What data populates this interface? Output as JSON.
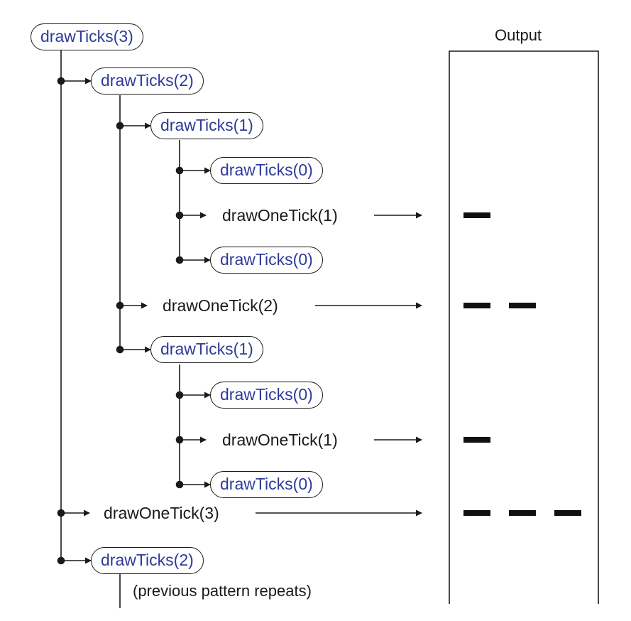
{
  "output_panel": {
    "title": "Output"
  },
  "calls": [
    {
      "id": "c0",
      "label": "drawTicks(3)"
    },
    {
      "id": "c1",
      "label": "drawTicks(2)"
    },
    {
      "id": "c2",
      "label": "drawTicks(1)"
    },
    {
      "id": "c3",
      "label": "drawTicks(0)"
    },
    {
      "id": "c4",
      "label": "drawTicks(0)"
    },
    {
      "id": "c5",
      "label": "drawTicks(1)"
    },
    {
      "id": "c6",
      "label": "drawTicks(0)"
    },
    {
      "id": "c7",
      "label": "drawTicks(0)"
    },
    {
      "id": "c8",
      "label": "drawTicks(2)"
    }
  ],
  "tick_calls": [
    {
      "id": "t0",
      "label": "drawOneTick(1)",
      "dashes": 1
    },
    {
      "id": "t1",
      "label": "drawOneTick(2)",
      "dashes": 2
    },
    {
      "id": "t2",
      "label": "drawOneTick(1)",
      "dashes": 1
    },
    {
      "id": "t3",
      "label": "drawOneTick(3)",
      "dashes": 3
    }
  ],
  "continuation_note": "(previous pattern repeats)",
  "colors": {
    "call_text": "#2e3a9a",
    "line": "#1a1a1a",
    "tick_mark": "#111111",
    "background": "#ffffff"
  }
}
